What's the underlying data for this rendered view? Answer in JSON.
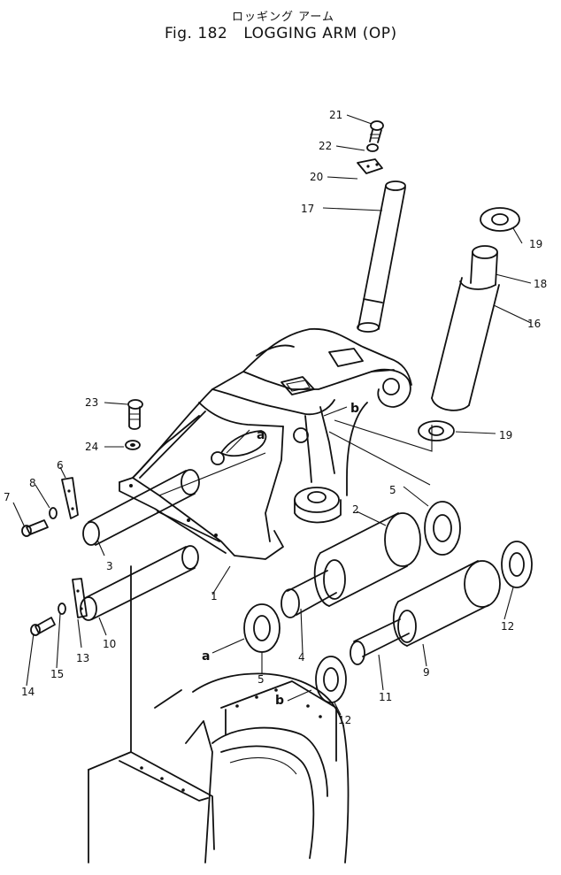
{
  "title": {
    "japanese": "ロッギング アーム",
    "fig": "Fig. 182",
    "name": "LOGGING ARM (OP)"
  },
  "callouts": [
    "1",
    "2",
    "3",
    "4",
    "5",
    "5",
    "6",
    "7",
    "8",
    "9",
    "10",
    "11",
    "12",
    "12",
    "13",
    "14",
    "15",
    "16",
    "17",
    "18",
    "19",
    "19",
    "20",
    "21",
    "22",
    "23",
    "24"
  ],
  "refs": [
    "a",
    "a",
    "b",
    "b"
  ]
}
